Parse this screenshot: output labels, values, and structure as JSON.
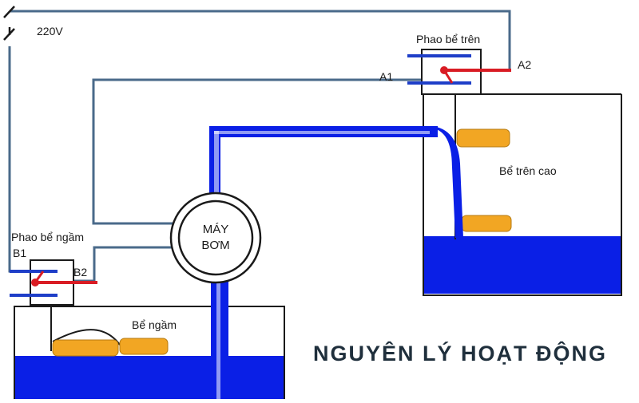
{
  "labels": {
    "voltage": "220V",
    "upper_float": "Phao bể trên",
    "a1": "A1",
    "a2": "A2",
    "upper_tank": "Bể trên cao",
    "pump_line1": "MÁY",
    "pump_line2": "BƠM",
    "lower_float": "Phao bể ngầm",
    "b1": "B1",
    "b2": "B2",
    "lower_tank": "Bể ngầm",
    "title": "NGUYÊN LÝ HOẠT ĐỘNG"
  },
  "colors": {
    "water": "#0a1fe6",
    "pipe": "#0a1fe6",
    "wire": "#4a6a8a",
    "float": "#f2a623",
    "float_rod": "#1e3ec8",
    "contact": "#d91c24",
    "title": "#1f2f3c",
    "outline": "#1a1a1a"
  }
}
